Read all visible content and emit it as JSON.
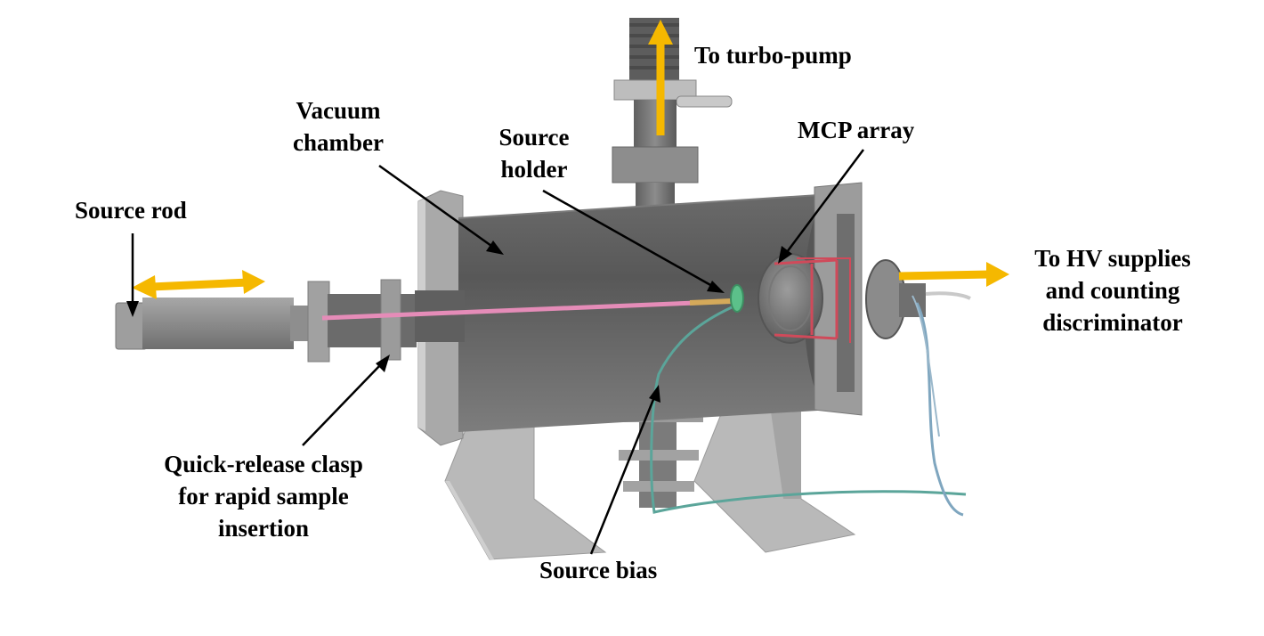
{
  "labels": {
    "vacuum_chamber": [
      "Vacuum",
      "chamber"
    ],
    "source_rod": "Source rod",
    "source_holder": [
      "Source",
      "holder"
    ],
    "to_turbo_pump": "To turbo-pump",
    "mcp_array": "MCP array",
    "to_hv_supplies": [
      "To HV supplies",
      "and counting",
      "discriminator"
    ],
    "quick_release": [
      "Quick-release clasp",
      "for rapid sample",
      "insertion"
    ],
    "source_bias": "Source bias"
  },
  "colors": {
    "arrow_yellow": "#f5b800",
    "chamber_dark": "#5a5a5a",
    "chamber_light": "#8e8e8e",
    "frame_gray": "#b5b5b5",
    "rod_pink": "#e58cb8",
    "cable_teal": "#5ba59a",
    "cable_blue": "#7fa6bf",
    "mcp_red": "#d04a5a",
    "ring_green": "#5cc08a"
  }
}
